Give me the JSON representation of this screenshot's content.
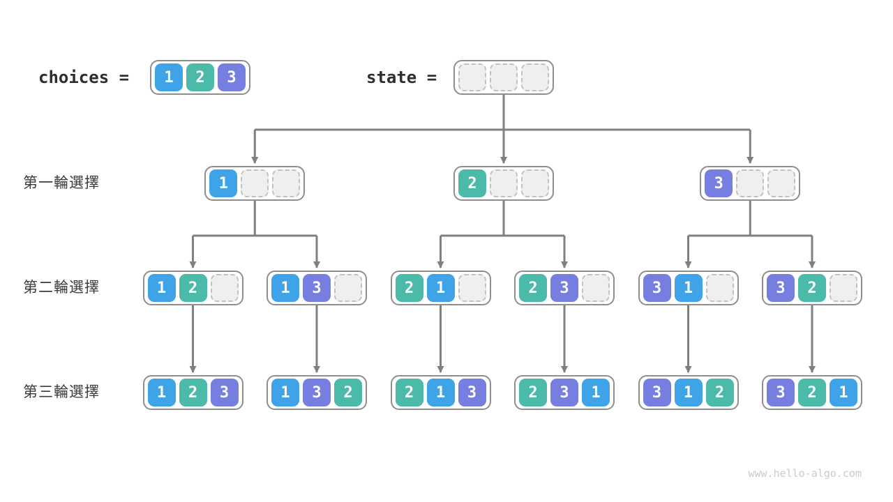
{
  "top": {
    "choices_label": "choices =",
    "choices": [
      1,
      2,
      3
    ],
    "state_label": "state =",
    "state": [
      null,
      null,
      null
    ]
  },
  "rows": [
    {
      "label": "第一輪選擇",
      "nodes": [
        [
          1,
          null,
          null
        ],
        [
          2,
          null,
          null
        ],
        [
          3,
          null,
          null
        ]
      ]
    },
    {
      "label": "第二輪選擇",
      "nodes": [
        [
          1,
          2,
          null
        ],
        [
          1,
          3,
          null
        ],
        [
          2,
          1,
          null
        ],
        [
          2,
          3,
          null
        ],
        [
          3,
          1,
          null
        ],
        [
          3,
          2,
          null
        ]
      ]
    },
    {
      "label": "第三輪選擇",
      "nodes": [
        [
          1,
          2,
          3
        ],
        [
          1,
          3,
          2
        ],
        [
          2,
          1,
          3
        ],
        [
          2,
          3,
          1
        ],
        [
          3,
          1,
          2
        ],
        [
          3,
          2,
          1
        ]
      ]
    }
  ],
  "colors": {
    "1": "#3FA3E8",
    "2": "#4CBAA8",
    "3": "#767EE0",
    "arrow": "#7f7f7f",
    "empty_fill": "#efefef",
    "empty_border": "#c2c2c2",
    "node_border": "#8e8e8e"
  },
  "watermark": "www.hello-algo.com"
}
